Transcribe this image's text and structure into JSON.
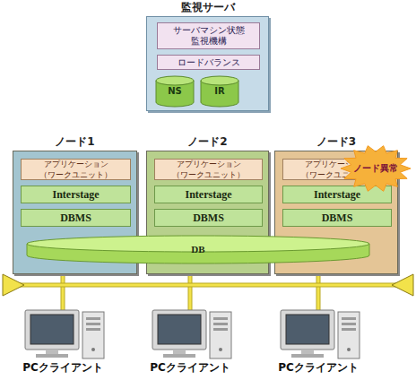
{
  "diagram": {
    "nodes": [
      {
        "text": [
          "監視サーバ"
        ]
      },
      {
        "text": [
          "サーバマシン状態 監視機構"
        ],
        "in": 0
      },
      {
        "text": [
          "ロードバランス"
        ],
        "in": 0
      },
      {
        "text": [
          "NS"
        ],
        "in": 0
      },
      {
        "text": [
          "IR"
        ],
        "in": 0
      },
      {
        "text": [
          "ノード1"
        ]
      },
      {
        "text": [
          "アプリケーション （ワークユニット）"
        ],
        "in": 5
      },
      {
        "text": [
          "Interstage"
        ],
        "in": 5
      },
      {
        "text": [
          "DBMS"
        ],
        "in": 5
      },
      {
        "text": [
          "ノード2"
        ]
      },
      {
        "text": [
          "アプリケーション （ワークユニット）"
        ],
        "in": 9
      },
      {
        "text": [
          "Interstage"
        ],
        "in": 9
      },
      {
        "text": [
          "DBMS"
        ],
        "in": 9
      },
      {
        "text": [
          "ノード3"
        ]
      },
      {
        "text": [
          "アプリケーション （ワークユニット）"
        ],
        "in": 13
      },
      {
        "text": [
          "Interstage"
        ],
        "in": 13
      },
      {
        "text": [
          "DBMS"
        ],
        "in": 13
      },
      {
        "text": [
          "DB"
        ]
      },
      {
        "text": [
          "ノード異常"
        ]
      },
      {
        "text": [
          "PCクライアント"
        ]
      },
      {
        "text": [
          "PCクライアント"
        ]
      },
      {
        "text": [
          "PCクライアント"
        ]
      }
    ]
  }
}
